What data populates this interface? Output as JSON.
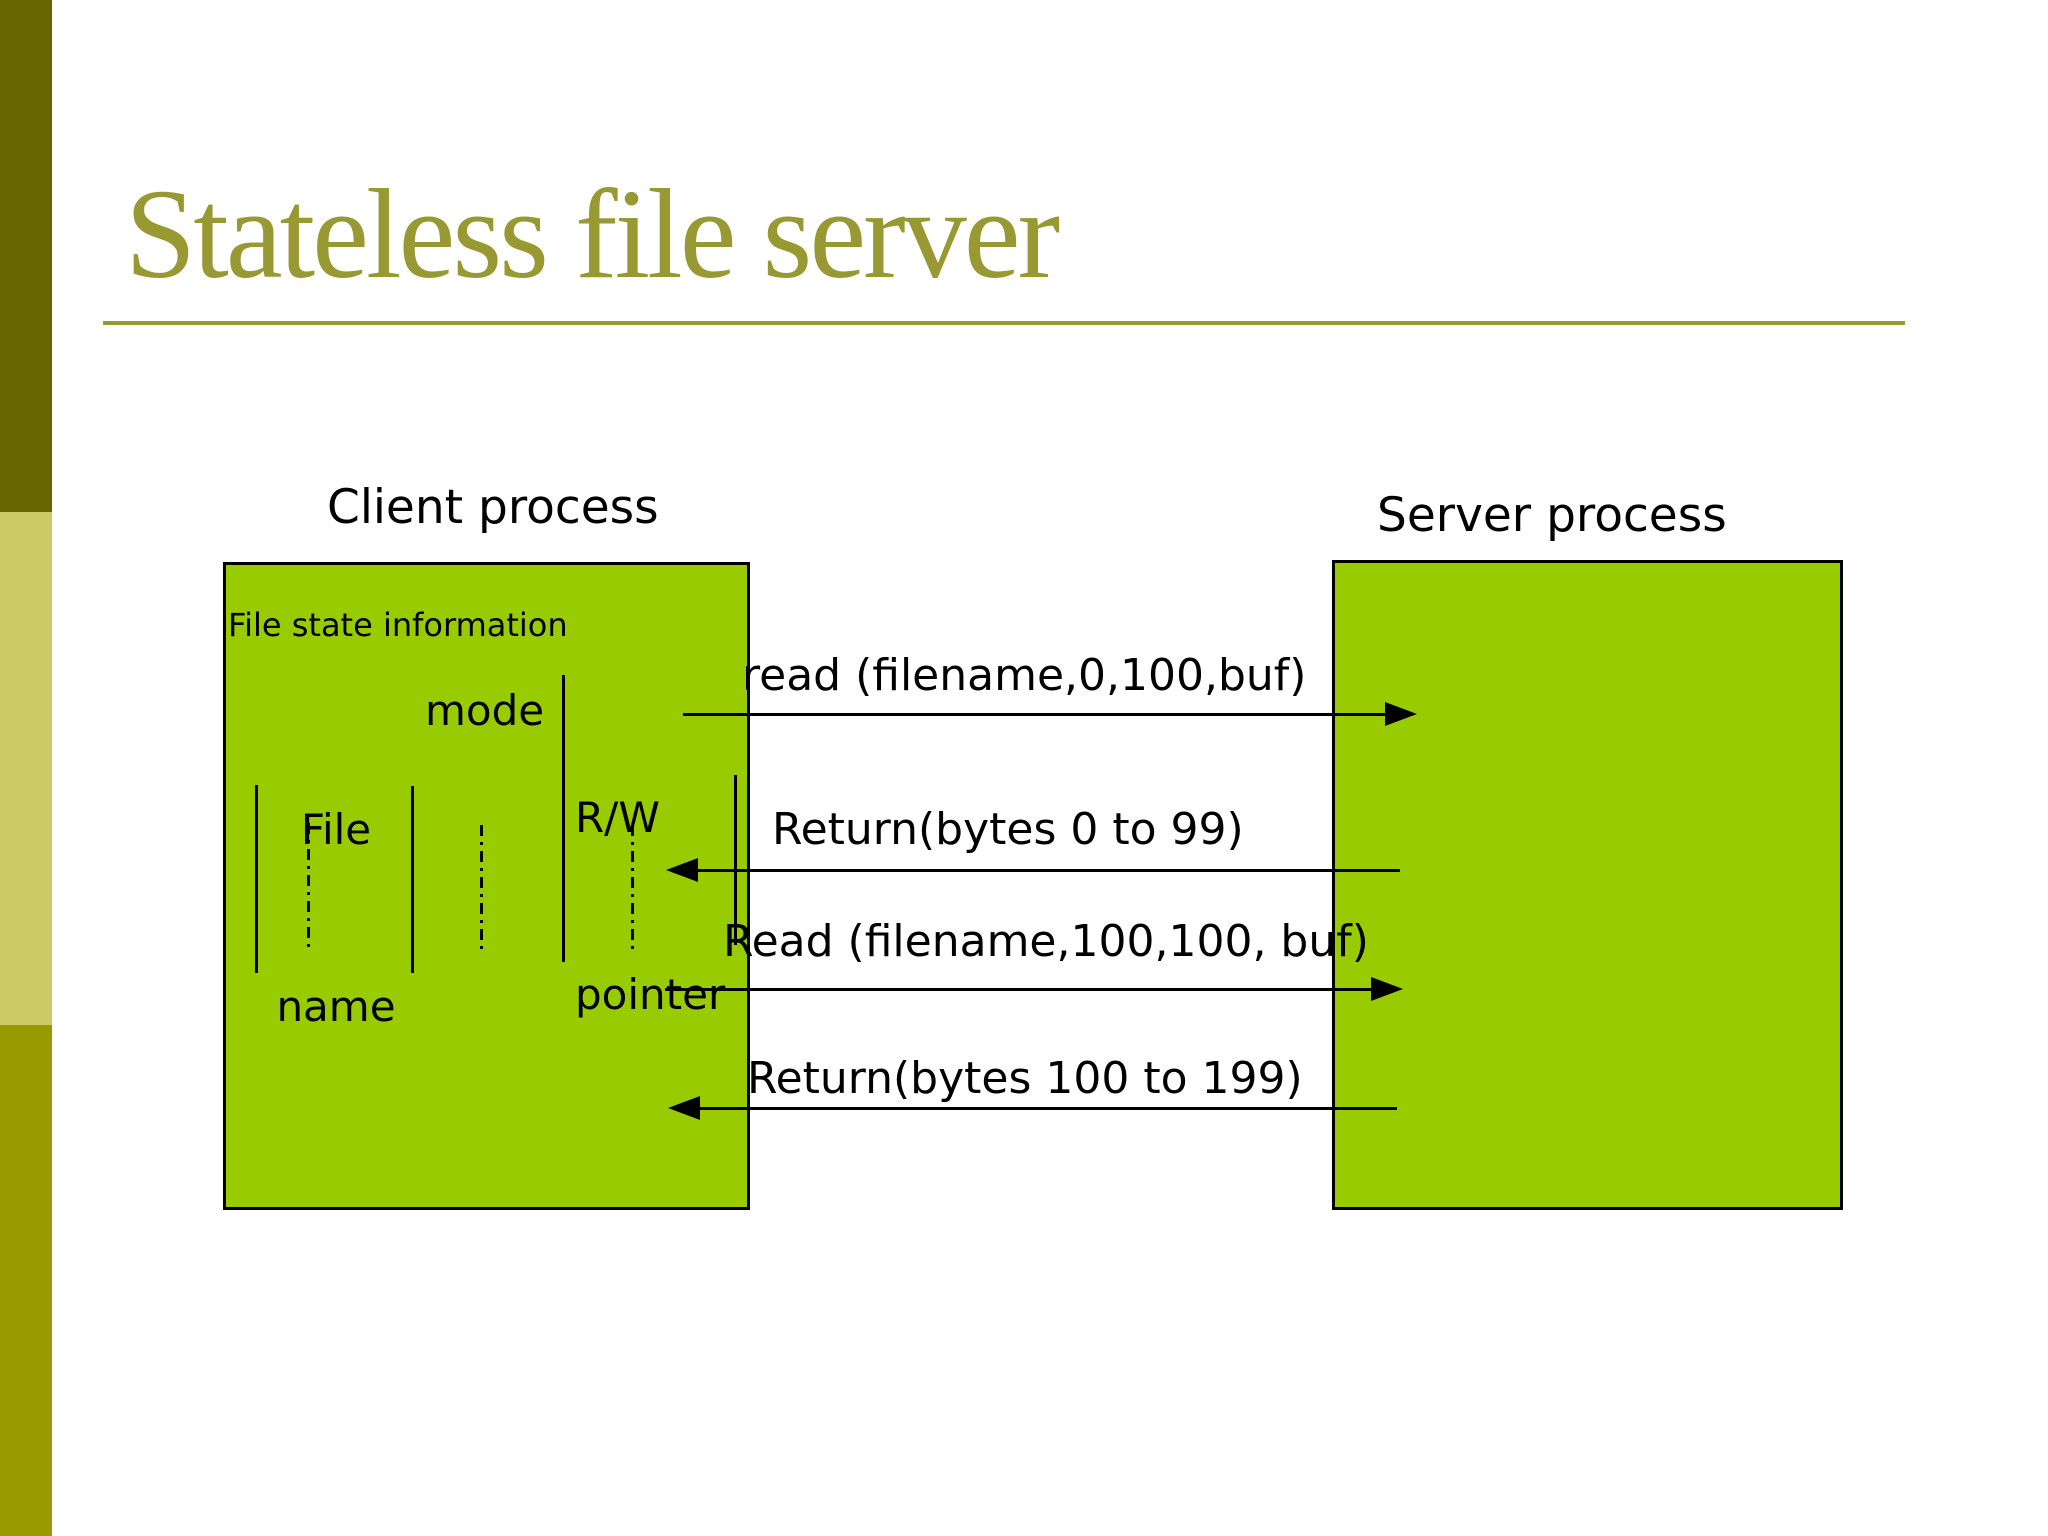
{
  "slide": {
    "title": "Stateless file server"
  },
  "diagram": {
    "client": {
      "label": "Client process",
      "state_info": "File state information",
      "columns": [
        {
          "line1": "File",
          "line2": "name"
        },
        {
          "line1": "mode",
          "line2": ""
        },
        {
          "line1": "R/W",
          "line2": "pointer"
        }
      ]
    },
    "server": {
      "label": "Server process"
    },
    "messages": [
      {
        "text": "read (filename,0,100,buf)",
        "direction": "right"
      },
      {
        "text": "Return(bytes 0 to 99)",
        "direction": "left"
      },
      {
        "text": "Read (filename,100,100, buf)",
        "direction": "right"
      },
      {
        "text": "Return(bytes 100 to 199)",
        "direction": "left"
      }
    ]
  },
  "colors": {
    "box_fill": "#99CC00",
    "accent_dark": "#666600",
    "accent_light": "#CCCC66",
    "accent_mid": "#999900",
    "title_color": "#999933"
  }
}
